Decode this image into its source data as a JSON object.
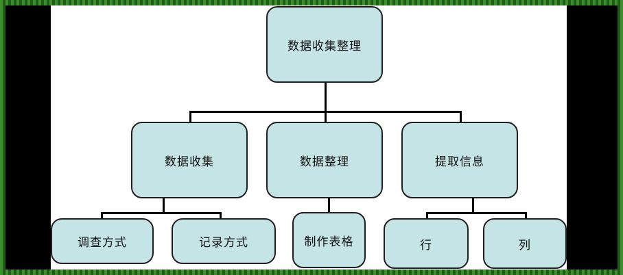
{
  "diagram": {
    "root": "数据收集整理",
    "level1": [
      "数据收集",
      "数据整理",
      "提取信息"
    ],
    "level2": {
      "collect": [
        "调查方式",
        "记录方式"
      ],
      "organize": [
        "制作表格"
      ],
      "extract": [
        "行",
        "列"
      ]
    }
  },
  "colors": {
    "node_fill": "#c5e4e6",
    "node_border": "#1f1f1f",
    "connector": "#000000",
    "background": "#ffffff",
    "frame": "#000000"
  }
}
